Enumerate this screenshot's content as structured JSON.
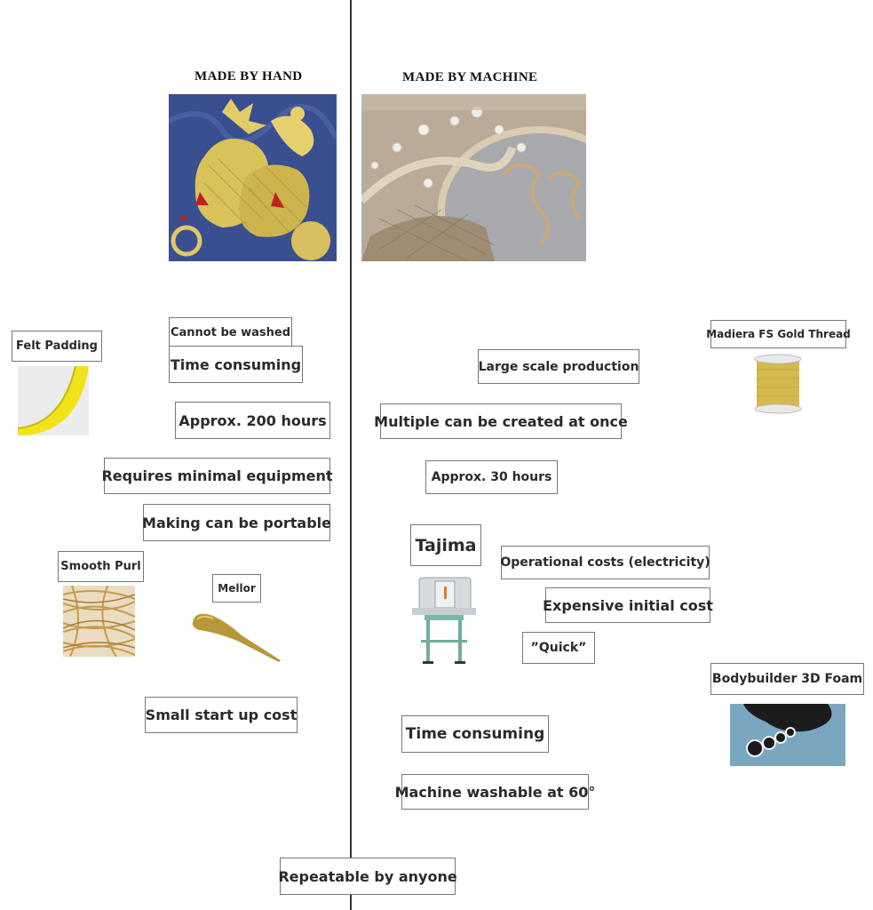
{
  "headings": {
    "hand": "MADE BY HAND",
    "machine": "MADE BY MACHINE"
  },
  "hand": {
    "cannot_be_washed": "Cannot be washed",
    "time_consuming": "Time consuming",
    "approx_hours": "Approx. 200 hours",
    "minimal_equipment": "Requires minimal equipment",
    "portable": "Making can be portable",
    "small_startup": "Small start up cost",
    "felt_padding": "Felt Padding",
    "smooth_purl": "Smooth Purl",
    "mellor": "Mellor"
  },
  "machine": {
    "madeira_thread": "Madiera FS Gold Thread",
    "large_scale": "Large scale production",
    "multiple": "Multiple can be created at once",
    "approx_hours": "Approx. 30 hours",
    "tajima": "Tajima",
    "operational_costs": "Operational costs (electricity)",
    "initial_cost": "Expensive initial cost",
    "quick": "”Quick”",
    "bodybuilder_foam": "Bodybuilder 3D Foam",
    "time_consuming": "Time consuming",
    "washable": "Machine washable at 60°"
  },
  "shared": {
    "repeatable": "Repeatable by anyone"
  }
}
